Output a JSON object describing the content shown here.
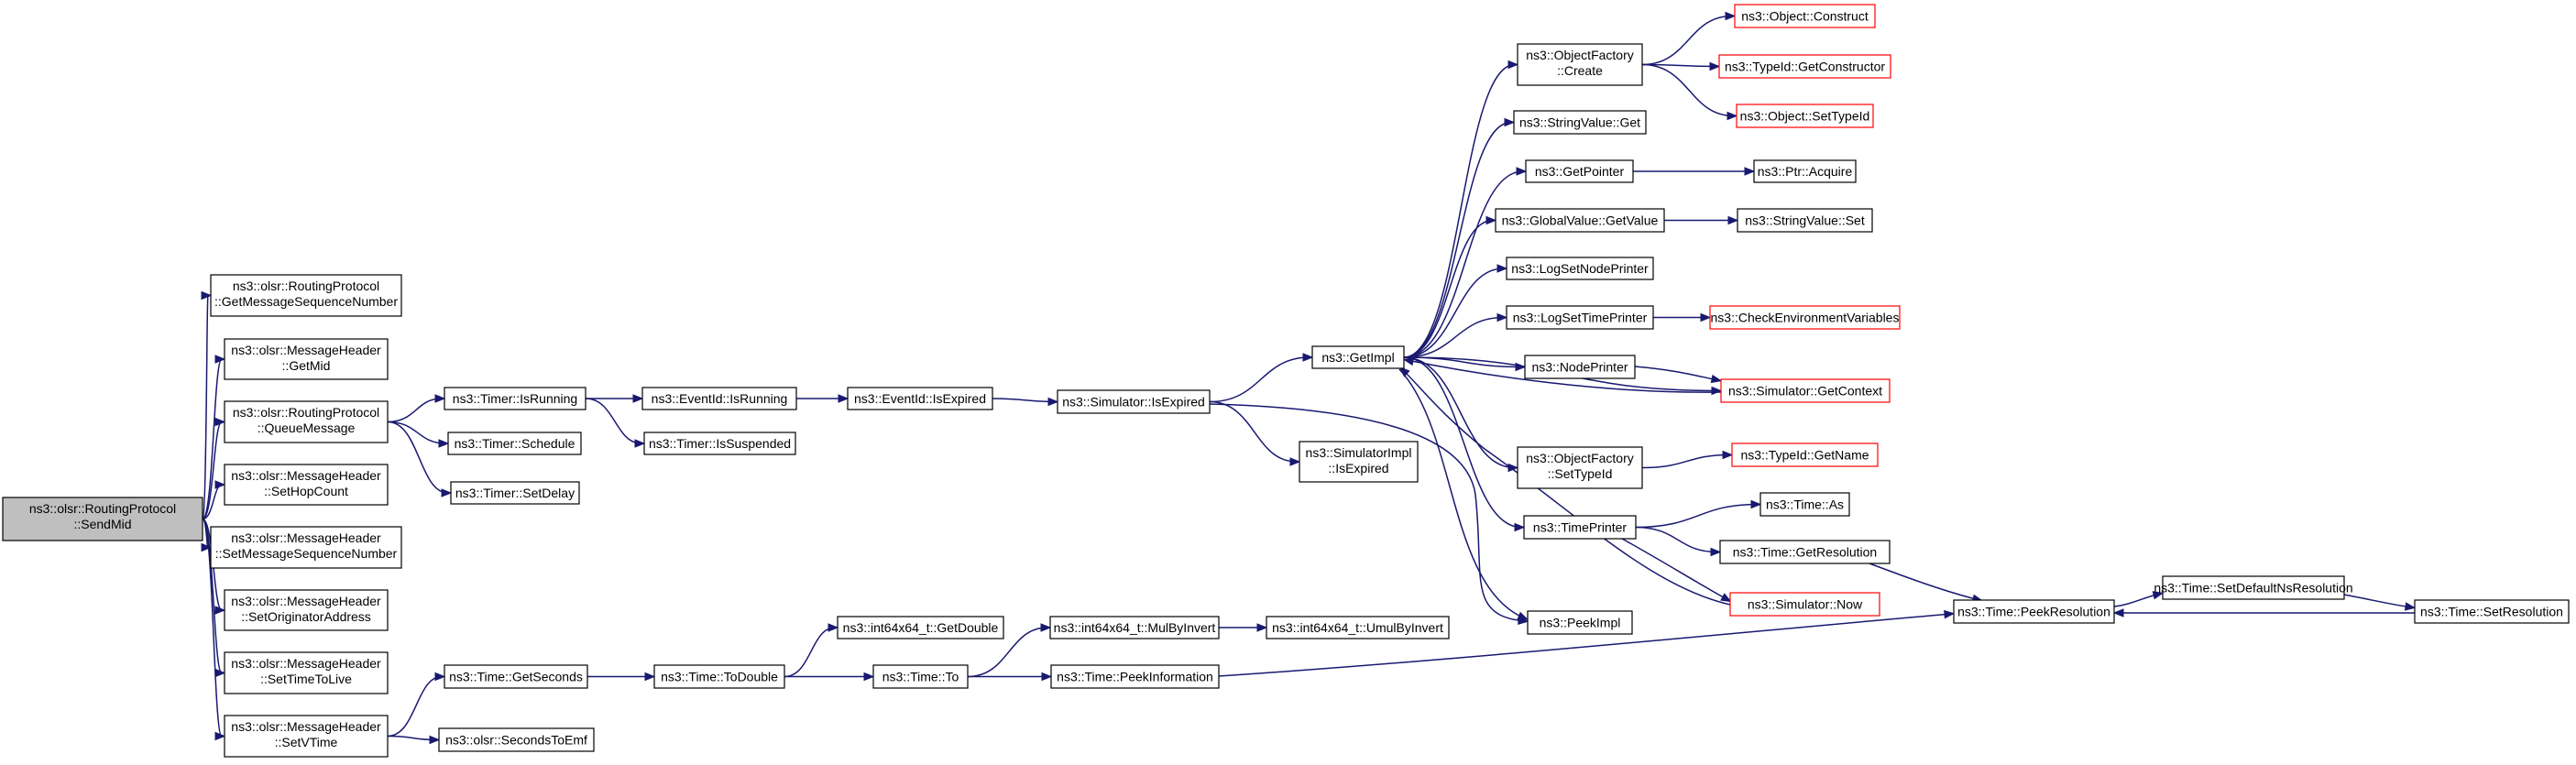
{
  "graph": {
    "nodes": [
      {
        "id": "sendmid",
        "lines": [
          "ns3::olsr::RoutingProtocol",
          "::SendMid"
        ],
        "root": true
      },
      {
        "id": "getmsgseq",
        "lines": [
          "ns3::olsr::RoutingProtocol",
          "::GetMessageSequenceNumber"
        ]
      },
      {
        "id": "getmid",
        "lines": [
          "ns3::olsr::MessageHeader",
          "::GetMid"
        ]
      },
      {
        "id": "queuemsg",
        "lines": [
          "ns3::olsr::RoutingProtocol",
          "::QueueMessage"
        ]
      },
      {
        "id": "sethop",
        "lines": [
          "ns3::olsr::MessageHeader",
          "::SetHopCount"
        ]
      },
      {
        "id": "setmsgseq",
        "lines": [
          "ns3::olsr::MessageHeader",
          "::SetMessageSequenceNumber"
        ]
      },
      {
        "id": "setorig",
        "lines": [
          "ns3::olsr::MessageHeader",
          "::SetOriginatorAddress"
        ]
      },
      {
        "id": "setttl",
        "lines": [
          "ns3::olsr::MessageHeader",
          "::SetTimeToLive"
        ]
      },
      {
        "id": "setvtime",
        "lines": [
          "ns3::olsr::MessageHeader",
          "::SetVTime"
        ]
      },
      {
        "id": "timerrunning",
        "lines": [
          "ns3::Timer::IsRunning"
        ]
      },
      {
        "id": "timerschedule",
        "lines": [
          "ns3::Timer::Schedule"
        ]
      },
      {
        "id": "timersetdelay",
        "lines": [
          "ns3::Timer::SetDelay"
        ]
      },
      {
        "id": "timegetseconds",
        "lines": [
          "ns3::Time::GetSeconds"
        ]
      },
      {
        "id": "secondstoemf",
        "lines": [
          "ns3::olsr::SecondsToEmf"
        ]
      },
      {
        "id": "eventrunning",
        "lines": [
          "ns3::EventId::IsRunning"
        ]
      },
      {
        "id": "timersuspended",
        "lines": [
          "ns3::Timer::IsSuspended"
        ]
      },
      {
        "id": "timetodouble",
        "lines": [
          "ns3::Time::ToDouble"
        ]
      },
      {
        "id": "eventexpired",
        "lines": [
          "ns3::EventId::IsExpired"
        ]
      },
      {
        "id": "getdouble",
        "lines": [
          "ns3::int64x64_t::GetDouble"
        ]
      },
      {
        "id": "timeto",
        "lines": [
          "ns3::Time::To"
        ]
      },
      {
        "id": "simexpired",
        "lines": [
          "ns3::Simulator::IsExpired"
        ]
      },
      {
        "id": "mulbyinvert",
        "lines": [
          "ns3::int64x64_t::MulByInvert"
        ]
      },
      {
        "id": "peekinfo",
        "lines": [
          "ns3::Time::PeekInformation"
        ]
      },
      {
        "id": "getimpl",
        "lines": [
          "ns3::GetImpl"
        ]
      },
      {
        "id": "simimplexpired",
        "lines": [
          "ns3::SimulatorImpl",
          "::IsExpired"
        ]
      },
      {
        "id": "umulbyinvert",
        "lines": [
          "ns3::int64x64_t::UmulByInvert"
        ]
      },
      {
        "id": "objfactcreate",
        "lines": [
          "ns3::ObjectFactory",
          "::Create"
        ]
      },
      {
        "id": "stringvalueget",
        "lines": [
          "ns3::StringValue::Get"
        ]
      },
      {
        "id": "getpointer",
        "lines": [
          "ns3::GetPointer"
        ]
      },
      {
        "id": "globalvalueget",
        "lines": [
          "ns3::GlobalValue::GetValue"
        ]
      },
      {
        "id": "lognodeprinter",
        "lines": [
          "ns3::LogSetNodePrinter"
        ]
      },
      {
        "id": "logtimeprinter",
        "lines": [
          "ns3::LogSetTimePrinter"
        ]
      },
      {
        "id": "nodeprinter",
        "lines": [
          "ns3::NodePrinter"
        ]
      },
      {
        "id": "objfactsettypeid",
        "lines": [
          "ns3::ObjectFactory",
          "::SetTypeId"
        ]
      },
      {
        "id": "timeprinter",
        "lines": [
          "ns3::TimePrinter"
        ]
      },
      {
        "id": "peekimpl",
        "lines": [
          "ns3::PeekImpl"
        ]
      },
      {
        "id": "objconstruct",
        "lines": [
          "ns3::Object::Construct"
        ],
        "truncated": true
      },
      {
        "id": "typeidgetctor",
        "lines": [
          "ns3::TypeId::GetConstructor"
        ],
        "truncated": true
      },
      {
        "id": "objsettypeid",
        "lines": [
          "ns3::Object::SetTypeId"
        ],
        "truncated": true
      },
      {
        "id": "ptracquire",
        "lines": [
          "ns3::Ptr::Acquire"
        ]
      },
      {
        "id": "stringvalueset",
        "lines": [
          "ns3::StringValue::Set"
        ]
      },
      {
        "id": "checkenv",
        "lines": [
          "ns3::CheckEnvironmentVariables"
        ],
        "truncated": true
      },
      {
        "id": "simgetcontext",
        "lines": [
          "ns3::Simulator::GetContext"
        ],
        "truncated": true
      },
      {
        "id": "typeidgetname",
        "lines": [
          "ns3::TypeId::GetName"
        ],
        "truncated": true
      },
      {
        "id": "timeas",
        "lines": [
          "ns3::Time::As"
        ]
      },
      {
        "id": "timegetres",
        "lines": [
          "ns3::Time::GetResolution"
        ]
      },
      {
        "id": "simnow",
        "lines": [
          "ns3::Simulator::Now"
        ],
        "truncated": true
      },
      {
        "id": "peekres",
        "lines": [
          "ns3::Time::PeekResolution"
        ]
      },
      {
        "id": "setdefaultns",
        "lines": [
          "ns3::Time::SetDefaultNsResolution"
        ]
      },
      {
        "id": "setres",
        "lines": [
          "ns3::Time::SetResolution"
        ]
      }
    ],
    "edges": [
      [
        "sendmid",
        "getmsgseq"
      ],
      [
        "sendmid",
        "getmid"
      ],
      [
        "sendmid",
        "queuemsg"
      ],
      [
        "sendmid",
        "sethop"
      ],
      [
        "sendmid",
        "setmsgseq"
      ],
      [
        "sendmid",
        "setorig"
      ],
      [
        "sendmid",
        "setttl"
      ],
      [
        "sendmid",
        "setvtime"
      ],
      [
        "queuemsg",
        "timerrunning"
      ],
      [
        "queuemsg",
        "timerschedule"
      ],
      [
        "queuemsg",
        "timersetdelay"
      ],
      [
        "setvtime",
        "timegetseconds"
      ],
      [
        "setvtime",
        "secondstoemf"
      ],
      [
        "timerrunning",
        "eventrunning"
      ],
      [
        "timerrunning",
        "timersuspended"
      ],
      [
        "eventrunning",
        "eventexpired"
      ],
      [
        "eventexpired",
        "simexpired"
      ],
      [
        "simexpired",
        "getimpl"
      ],
      [
        "simexpired",
        "simimplexpired"
      ],
      [
        "simexpired",
        "peekimpl"
      ],
      [
        "timegetseconds",
        "timetodouble"
      ],
      [
        "timetodouble",
        "getdouble"
      ],
      [
        "timetodouble",
        "timeto"
      ],
      [
        "timeto",
        "mulbyinvert"
      ],
      [
        "timeto",
        "peekinfo"
      ],
      [
        "mulbyinvert",
        "umulbyinvert"
      ],
      [
        "peekinfo",
        "peekres"
      ],
      [
        "getimpl",
        "objfactcreate"
      ],
      [
        "getimpl",
        "stringvalueget"
      ],
      [
        "getimpl",
        "getpointer"
      ],
      [
        "getimpl",
        "globalvalueget"
      ],
      [
        "getimpl",
        "lognodeprinter"
      ],
      [
        "getimpl",
        "logtimeprinter"
      ],
      [
        "getimpl",
        "nodeprinter"
      ],
      [
        "getimpl",
        "simgetcontext"
      ],
      [
        "getimpl",
        "objfactsettypeid"
      ],
      [
        "getimpl",
        "timeprinter"
      ],
      [
        "getimpl",
        "peekimpl"
      ],
      [
        "objfactcreate",
        "objconstruct"
      ],
      [
        "objfactcreate",
        "typeidgetctor"
      ],
      [
        "objfactcreate",
        "objsettypeid"
      ],
      [
        "getpointer",
        "ptracquire"
      ],
      [
        "globalvalueget",
        "stringvalueset"
      ],
      [
        "logtimeprinter",
        "checkenv"
      ],
      [
        "nodeprinter",
        "simgetcontext"
      ],
      [
        "simgetcontext",
        "getimpl"
      ],
      [
        "objfactsettypeid",
        "typeidgetname"
      ],
      [
        "timeprinter",
        "timeas"
      ],
      [
        "timeprinter",
        "timegetres"
      ],
      [
        "timeprinter",
        "simnow"
      ],
      [
        "simnow",
        "getimpl"
      ],
      [
        "timegetres",
        "peekres"
      ],
      [
        "peekres",
        "setdefaultns"
      ],
      [
        "setdefaultns",
        "setres"
      ],
      [
        "setres",
        "peekres"
      ]
    ]
  }
}
